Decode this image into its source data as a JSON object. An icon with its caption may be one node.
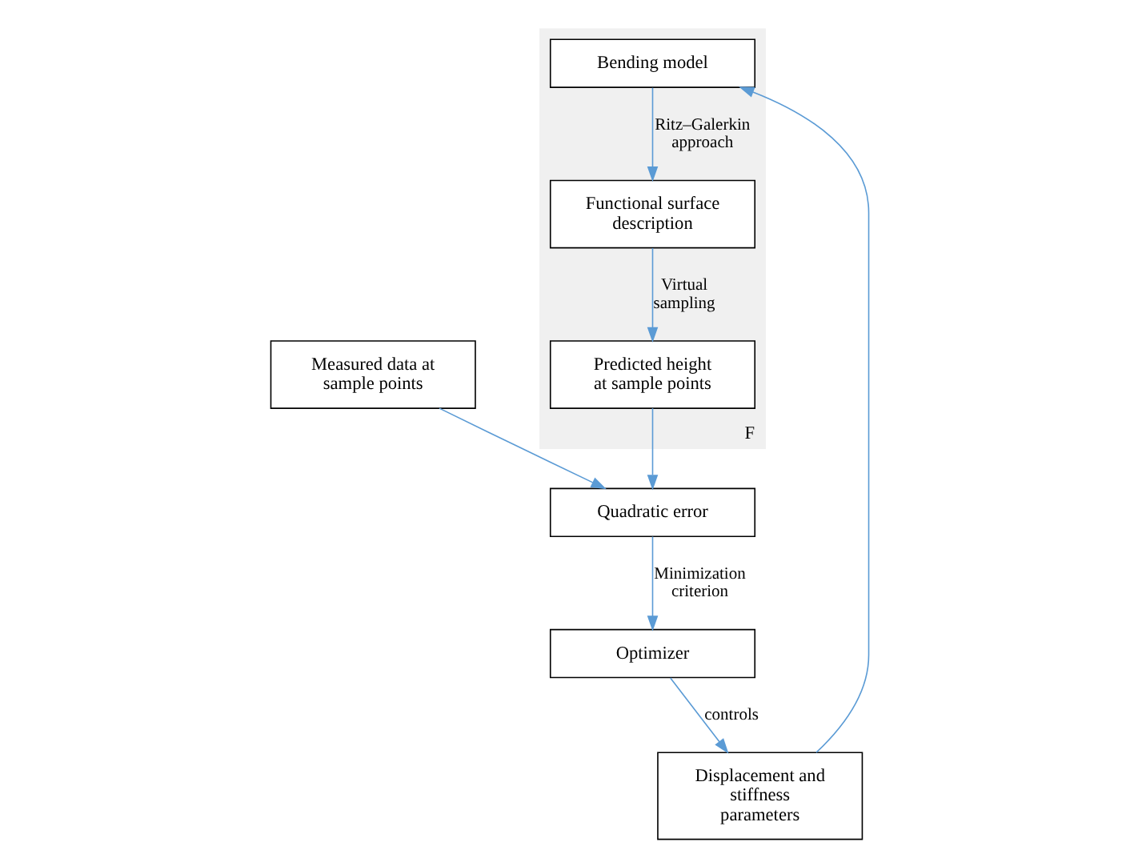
{
  "diagram": {
    "nodes": [
      {
        "text": [
          "Measured data at sample points"
        ]
      },
      {
        "text": [
          "Quadratic error"
        ]
      },
      {
        "text": [
          "Optimizer"
        ]
      },
      {
        "text": [
          "Displacement and stiffness parameters"
        ]
      },
      {
        "text": [
          "F"
        ]
      },
      {
        "text": [
          "Predicted height at sample points"
        ],
        "in": 4
      },
      {
        "text": [
          "Bending model"
        ],
        "in": 4
      },
      {
        "text": [
          "Functional surface description"
        ],
        "in": 4
      }
    ],
    "edges": [
      {
        "from": 0,
        "to": 1,
        "arrow": "to"
      },
      {
        "from": 1,
        "to": 2,
        "arrow": "to",
        "label": "Minimization criterion"
      },
      {
        "from": 2,
        "to": 3,
        "arrow": "to",
        "label": "controls"
      },
      {
        "from": 3,
        "to": 6,
        "arrow": "to"
      },
      {
        "from": 6,
        "to": 7,
        "arrow": "to",
        "label": "Ritz–Galerkin approach"
      },
      {
        "from": 7,
        "to": 5,
        "arrow": "to",
        "label": "Virtual sampling"
      },
      {
        "from": 5,
        "to": 1,
        "arrow": "to"
      }
    ]
  }
}
